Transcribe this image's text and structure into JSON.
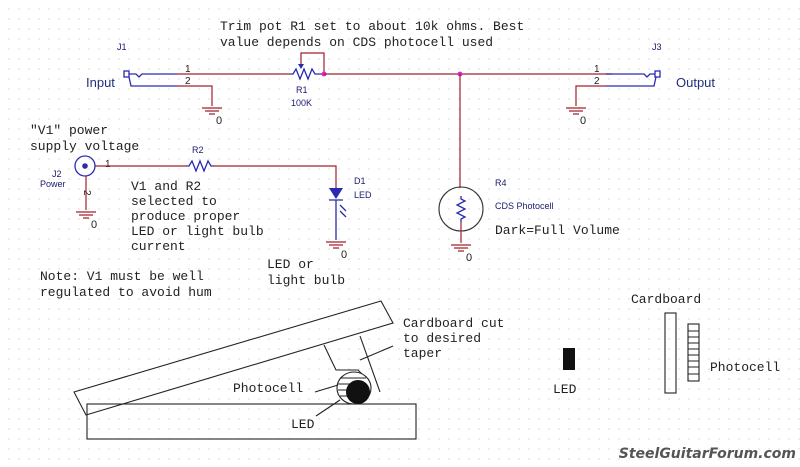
{
  "title_note": {
    "line1": "Trim pot R1 set to about 10k ohms. Best",
    "line2": "value depends on CDS photocell used"
  },
  "components": {
    "j1": {
      "ref": "J1",
      "port_label": "Input",
      "pin1": "1",
      "pin2": "2"
    },
    "j3": {
      "ref": "J3",
      "port_label": "Output",
      "pin1": "1",
      "pin2": "2"
    },
    "r1": {
      "ref": "R1",
      "value": "100K"
    },
    "j2": {
      "ref": "J2",
      "name": "Power",
      "pin1": "1",
      "pin2": "2"
    },
    "r2": {
      "ref": "R2"
    },
    "d1": {
      "ref": "D1",
      "value": "LED"
    },
    "r4": {
      "ref": "R4",
      "value": "CDS Photocell"
    },
    "ground_label": "0"
  },
  "notes": {
    "power_supply": [
      "\"V1\" power",
      "supply voltage"
    ],
    "v1_r2": [
      "V1 and R2",
      "selected to",
      "produce proper",
      "LED or light bulb",
      "current"
    ],
    "regulation": [
      "Note: V1 must be well",
      "regulated to avoid hum"
    ],
    "led_or_bulb": [
      "LED or",
      "light bulb"
    ],
    "dark_volume": "Dark=Full Volume"
  },
  "pedal_drawing": {
    "cardboard_note": [
      "Cardboard cut",
      "to desired",
      "taper"
    ],
    "photocell_label": "Photocell",
    "led_label": "LED"
  },
  "detail_drawing": {
    "led_label": "LED",
    "cardboard_label": "Cardboard",
    "photocell_label": "Photocell"
  },
  "watermark": "SteelGuitarForum.com",
  "colors": {
    "wire": "#a0202a",
    "component": "#2a2ab0",
    "junction": "#e020d0"
  }
}
